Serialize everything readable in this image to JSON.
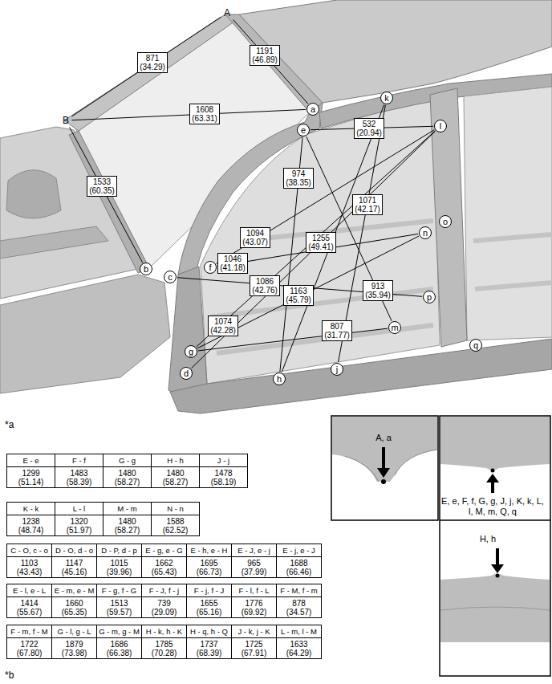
{
  "diagram": {
    "nodes": [
      {
        "text": [
          "A"
        ]
      },
      {
        "text": [
          "B"
        ]
      },
      {
        "text": [
          "a"
        ]
      },
      {
        "text": [
          "b"
        ]
      },
      {
        "text": [
          "c"
        ]
      },
      {
        "text": [
          "d"
        ]
      },
      {
        "text": [
          "e"
        ]
      },
      {
        "text": [
          "f"
        ]
      },
      {
        "text": [
          "g"
        ]
      },
      {
        "text": [
          "h"
        ]
      },
      {
        "text": [
          "j"
        ]
      },
      {
        "text": [
          "k"
        ]
      },
      {
        "text": [
          "l"
        ]
      },
      {
        "text": [
          "m"
        ]
      },
      {
        "text": [
          "n"
        ]
      },
      {
        "text": [
          "o"
        ]
      },
      {
        "text": [
          "p"
        ]
      },
      {
        "text": [
          "q"
        ]
      }
    ],
    "edges": [
      {
        "from": 0,
        "to": 1,
        "arrow": "none",
        "label": "871 (34.29)"
      },
      {
        "from": 0,
        "to": 2,
        "arrow": "none",
        "label": "1191 (46.89)"
      },
      {
        "from": 1,
        "to": 2,
        "arrow": "none",
        "label": "1608 (63.31)"
      },
      {
        "from": 1,
        "to": 3,
        "arrow": "none",
        "label": "1533 (60.35)"
      },
      {
        "from": 6,
        "to": 12,
        "arrow": "none",
        "label": "532 (20.94)"
      },
      {
        "from": 6,
        "to": 9,
        "arrow": "none",
        "label": "974 (38.35)"
      },
      {
        "from": 11,
        "to": 9,
        "arrow": "none"
      },
      {
        "from": 11,
        "to": 10,
        "arrow": "none",
        "label": "1071 (42.17)"
      },
      {
        "from": 12,
        "to": 7,
        "arrow": "none",
        "label": "1094 (43.07)"
      },
      {
        "from": 12,
        "to": 5,
        "arrow": "none",
        "label": "1255 (49.41)"
      },
      {
        "from": 14,
        "to": 7,
        "arrow": "none",
        "label": "1046 (41.18)"
      },
      {
        "from": 14,
        "to": 8,
        "arrow": "none",
        "label": "1163 (45.79)"
      },
      {
        "from": 4,
        "to": 16,
        "arrow": "none",
        "label": "1086 (42.76)"
      },
      {
        "from": 12,
        "to": 8,
        "arrow": "none",
        "label": "1074 (42.28)"
      },
      {
        "from": 6,
        "to": 13,
        "arrow": "none",
        "label": "913 (35.94)"
      },
      {
        "from": 8,
        "to": 13,
        "arrow": "none",
        "label": "807 (31.77)"
      }
    ],
    "labels": [
      "*a",
      "E - e",
      "1299 (51.14)",
      "F - f",
      "1483 (58.39)",
      "G - g",
      "1480 (58.27)",
      "H - h",
      "1480 (58.27)",
      "J - j",
      "1478 (58.19)",
      "K - k",
      "1238 (48.74)",
      "L - l",
      "1320 (51.97)",
      "M - m",
      "1480 (58.27)",
      "N - n",
      "1588 (62.52)",
      "C - O, c - o",
      "1103 (43.43)",
      "D - O, d - o",
      "1147 (45.16)",
      "D - P, d - p",
      "1015 (39.96)",
      "E - g, e - G",
      "1662 (65.43)",
      "E - h, e - H",
      "1695 (66.73)",
      "E - J, e - j",
      "965 (37.99)",
      "E - j, e - J",
      "1688 (66.46)",
      "E - l, e - L",
      "1414 (55.67)",
      "E - m, e - M",
      "1660 (65.35)",
      "F - g, f - G",
      "1513 (59.57)",
      "F - J, f - j",
      "739 (29.09)",
      "F - j, f - J",
      "1655 (65.16)",
      "F - l, f - L",
      "1776 (69.92)",
      "F - M, f - m",
      "878 (34.57)",
      "F - m, f - M",
      "1722 (67.80)",
      "G - l, g - L",
      "1879 (73.98)",
      "G - m, g - M",
      "1686 (66.38)",
      "H - k, h - K",
      "1785 (70.28)",
      "H - q, h - Q",
      "1737 (68.39)",
      "J - k, j - K",
      "1725 (67.91)",
      "L - m, l - M",
      "1633 (64.29)",
      "*b",
      "A, a",
      "E, e, F, f, G, g, J, j, K, k, L, l, M, m, Q, q",
      "H, h"
    ]
  }
}
